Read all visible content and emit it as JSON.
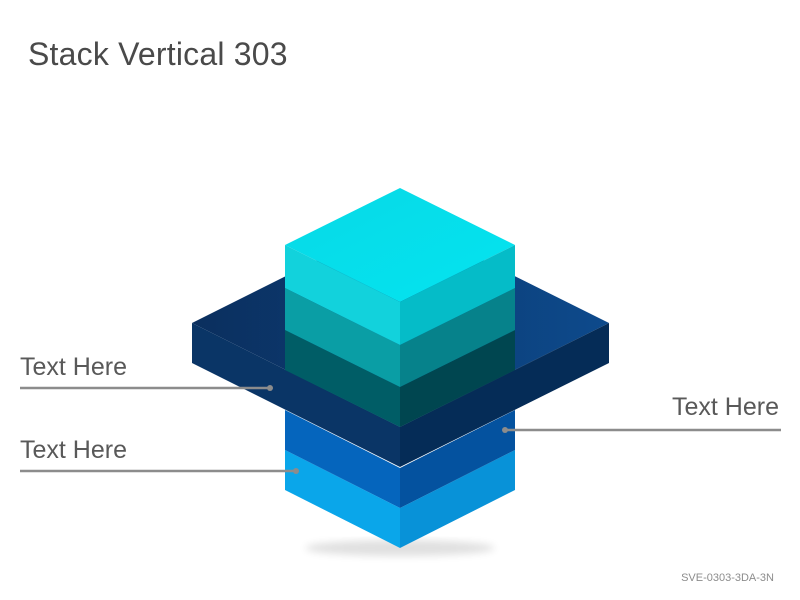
{
  "title": "Stack Vertical 303",
  "labels": {
    "left_upper": "Text Here",
    "left_lower": "Text Here",
    "right": "Text Here"
  },
  "footer_code": "SVE-0303-3DA-3N",
  "colors": {
    "top_cube": "#1ad6e3",
    "teal_mid": "#0a9ba3",
    "teal_dark": "#005a63",
    "plate": "#0a3b73",
    "blue_mid": "#0462b8",
    "blue_light": "#0a9fe6",
    "leader_line": "#8c8c8c"
  }
}
